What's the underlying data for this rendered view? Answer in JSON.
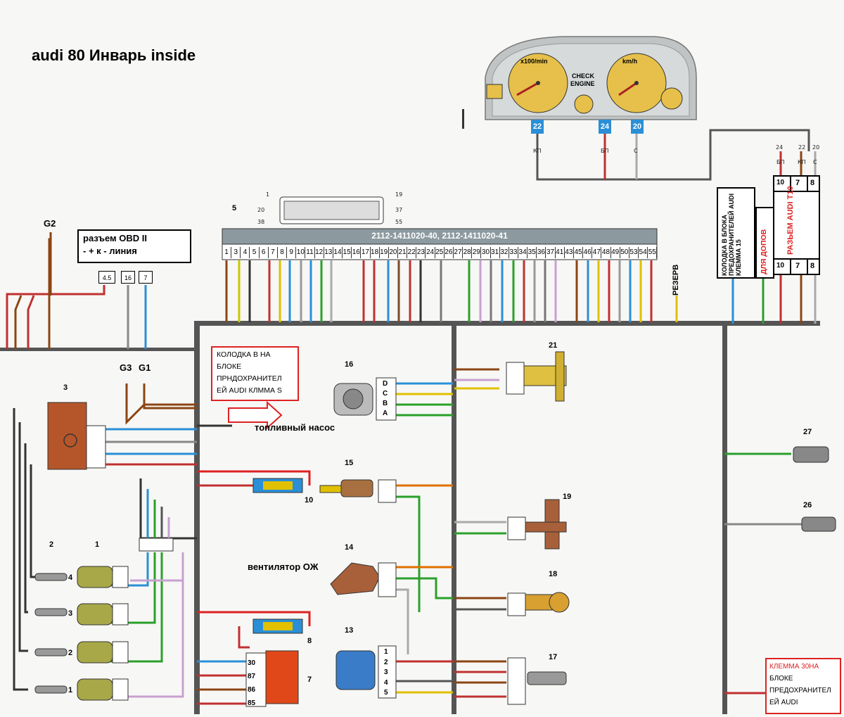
{
  "title": "audi 80 Инварь inside",
  "obd": {
    "title": "разъем  OBD II",
    "signs": "-      +      к - линия",
    "pins": [
      "4.5",
      "16",
      "7"
    ]
  },
  "ecu": {
    "part_numbers": "2112-1411020-40,  2112-1411020-41",
    "connector_pins": [
      "1",
      "19",
      "20",
      "37",
      "38",
      "55"
    ],
    "label_number": "5"
  },
  "pins": [
    "1",
    "3",
    "4",
    "5",
    "6",
    "7",
    "8",
    "9",
    "10",
    "11",
    "12",
    "13",
    "14",
    "15",
    "16",
    "17",
    "18",
    "19",
    "20",
    "21",
    "22",
    "23",
    "24",
    "25",
    "26",
    "27",
    "28",
    "29",
    "30",
    "31",
    "32",
    "33",
    "34",
    "35",
    "36",
    "37",
    "41",
    "43",
    "45",
    "46",
    "47",
    "48",
    "49",
    "50",
    "53",
    "54",
    "55"
  ],
  "ground_labels": {
    "g1": "G1",
    "g2": "G2",
    "g3": "G3"
  },
  "cluster": {
    "tacho": "x100/min",
    "speedo": "km/h",
    "check1": "CHECK",
    "check2": "ENGINE",
    "tags": [
      "22",
      "24",
      "20"
    ],
    "wires": [
      "КП",
      "БП",
      "С"
    ]
  },
  "notes": {
    "fuse_block_s": [
      "КОЛОДКА В НА",
      "БЛОКЕ",
      "ПРНДОХРАНИТЕЛ",
      "ЕЙ AUDI КЛММА S"
    ],
    "fuel_pump": "топливный насос",
    "fan": "вентилятор ОЖ",
    "terminal30": [
      "КЛЕММА 30НА",
      "БЛОКЕ",
      "ПРЕДОХРАНИТЕЛ",
      "ЕЙ AUDI"
    ],
    "reserve": "РЕЗЕРВ",
    "fuse_block15": "КОЛОДКА В БЛОКА ПРЕДОХРАНИТЕЛЕЙ AUDI КЛЕММА 15",
    "extras": "ДЛЯ ДОПОВ",
    "t10": "РАЗЬЕМ AUDI T10"
  },
  "t10_pins": {
    "top": [
      "10",
      "7",
      "8"
    ],
    "bottom": [
      "10",
      "7",
      "8"
    ],
    "wire_nums": [
      "24",
      "22",
      "20"
    ],
    "wire_colors": [
      "БП",
      "КП",
      "С"
    ]
  },
  "components": [
    "1",
    "2",
    "3",
    "5",
    "7",
    "8",
    "10",
    "13",
    "14",
    "15",
    "16",
    "17",
    "18",
    "19",
    "21",
    "26",
    "27"
  ],
  "spark_plugs": [
    "4",
    "3",
    "2",
    "1"
  ],
  "relay_pins": [
    "30",
    "87",
    "86",
    "85"
  ],
  "sensor16_pins": [
    "D",
    "C",
    "B",
    "A"
  ],
  "sensor13_pins": [
    "1",
    "2",
    "3",
    "4",
    "5"
  ]
}
